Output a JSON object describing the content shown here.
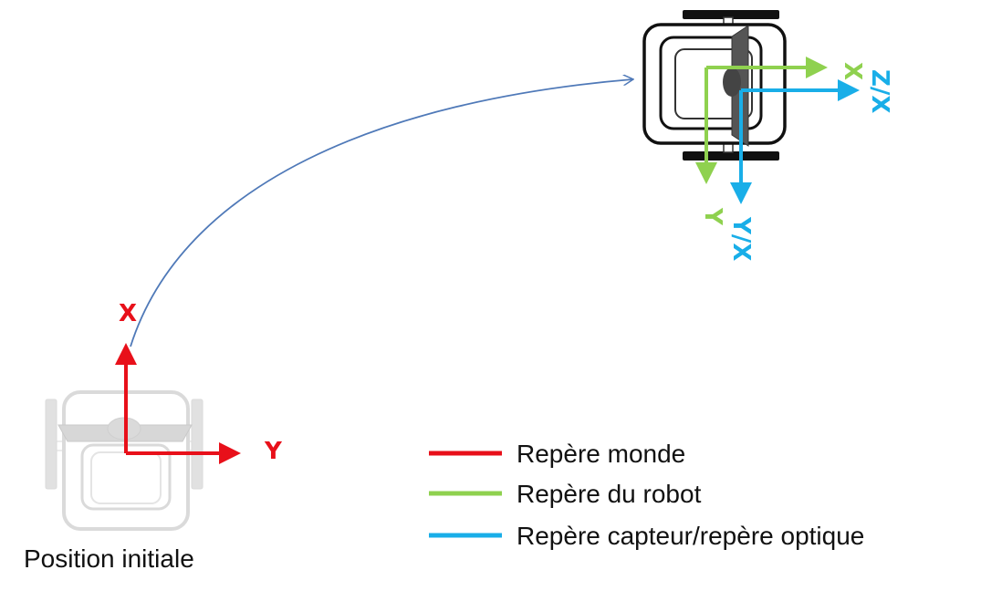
{
  "colors": {
    "world": "#e8101a",
    "robot": "#8fd14f",
    "sensor": "#19aee8",
    "trajectory": "#4f79b8"
  },
  "initial_frame": {
    "x_label": "X",
    "y_label": "Y",
    "caption": "Position initiale"
  },
  "robot_frame": {
    "x_label": "X",
    "y_label": "Y"
  },
  "sensor_frame": {
    "z_label": "Z/X",
    "y_label": "Y/X"
  },
  "legend": [
    {
      "label": "Repère monde",
      "color": "#e8101a"
    },
    {
      "label": "Repère du robot",
      "color": "#8fd14f"
    },
    {
      "label": "Repère capteur/repère optique",
      "color": "#19aee8"
    }
  ]
}
